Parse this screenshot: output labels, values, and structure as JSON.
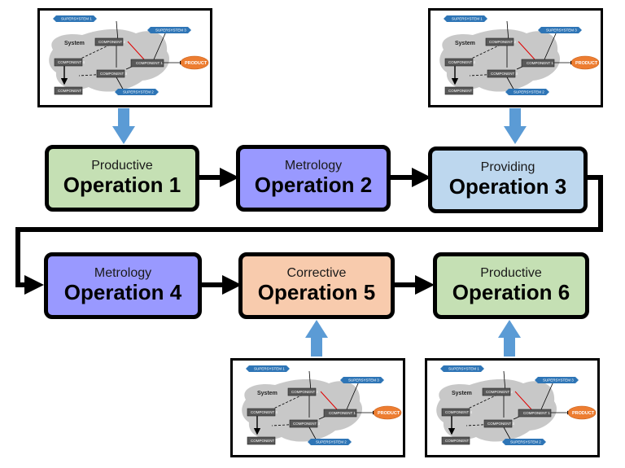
{
  "operations": [
    {
      "type": "Productive",
      "name": "Operation 1",
      "color": "#c5e0b4"
    },
    {
      "type": "Metrology",
      "name": "Operation 2",
      "color": "#9999ff"
    },
    {
      "type": "Providing",
      "name": "Operation 3",
      "color": "#bdd7ee"
    },
    {
      "type": "Metrology",
      "name": "Operation 4",
      "color": "#9999ff"
    },
    {
      "type": "Corrective",
      "name": "Operation 5",
      "color": "#f8cbad"
    },
    {
      "type": "Productive",
      "name": "Operation 6",
      "color": "#c5e0b4"
    }
  ],
  "thumbnail": {
    "system_label": "System",
    "product_label": "PRODUCT",
    "supersystems": [
      "SUPERSYSTEM 1",
      "SUPERSYSTEM 2",
      "SUPERSYSTEM 3"
    ],
    "components": [
      "COMPONENT 1",
      "COMPONENT 2",
      "COMPONENT 3",
      "COMPONENT 4",
      "COMPONENT 5"
    ]
  },
  "colors": {
    "arrow_blue": "#5b9bd5",
    "supersystem_blue": "#2e75b6",
    "product_orange": "#ed7d31",
    "system_gray": "#c8c8c8",
    "component_gray": "#595959"
  }
}
